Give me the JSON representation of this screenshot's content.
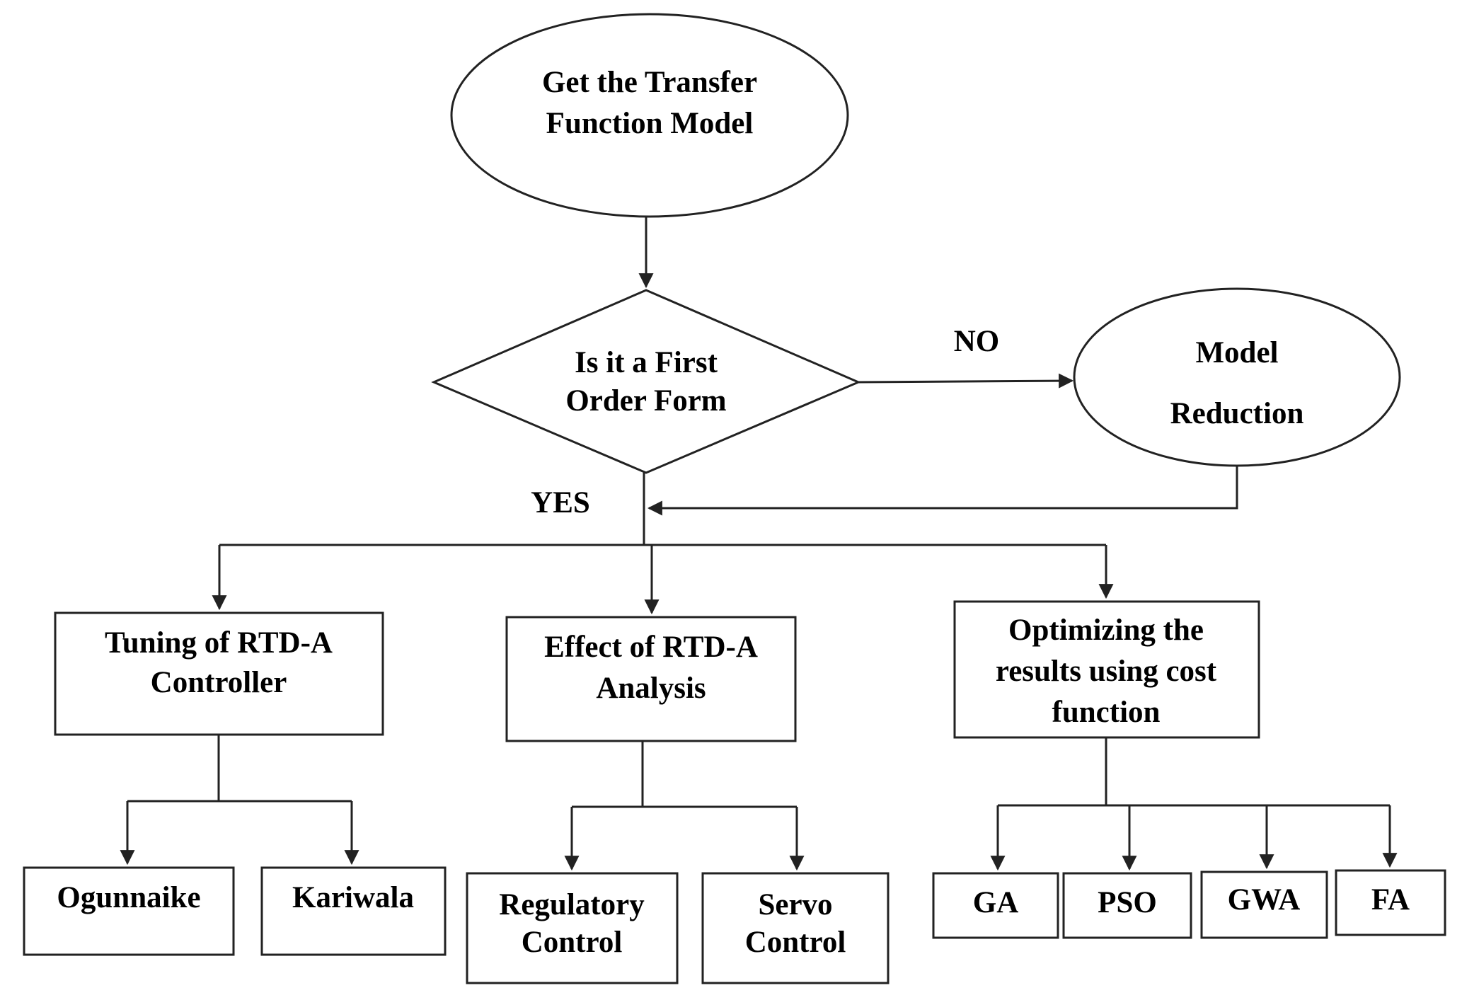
{
  "diagram": {
    "start": {
      "line1": "Get the Transfer",
      "line2": "Function Model"
    },
    "decision": {
      "line1": "Is it a First",
      "line2": "Order Form"
    },
    "no_label": "NO",
    "yes_label": "YES",
    "reduction": {
      "line1": "Model",
      "line2": "Reduction"
    },
    "tuning": {
      "line1": "Tuning of RTD-A",
      "line2": "Controller"
    },
    "effect": {
      "line1": "Effect of RTD-A",
      "line2": "Analysis"
    },
    "optimizing": {
      "line1": "Optimizing the",
      "line2": "results using cost",
      "line3": "function"
    },
    "ogunnaike": "Ogunnaike",
    "kariwala": "Kariwala",
    "regulatory": {
      "line1": "Regulatory",
      "line2": "Control"
    },
    "servo": {
      "line1": "Servo",
      "line2": "Control"
    },
    "ga": "GA",
    "pso": "PSO",
    "gwa": "GWA",
    "fa": "FA"
  },
  "colors": {
    "stroke": "#222222",
    "fill": "#ffffff",
    "text": "#000000"
  }
}
